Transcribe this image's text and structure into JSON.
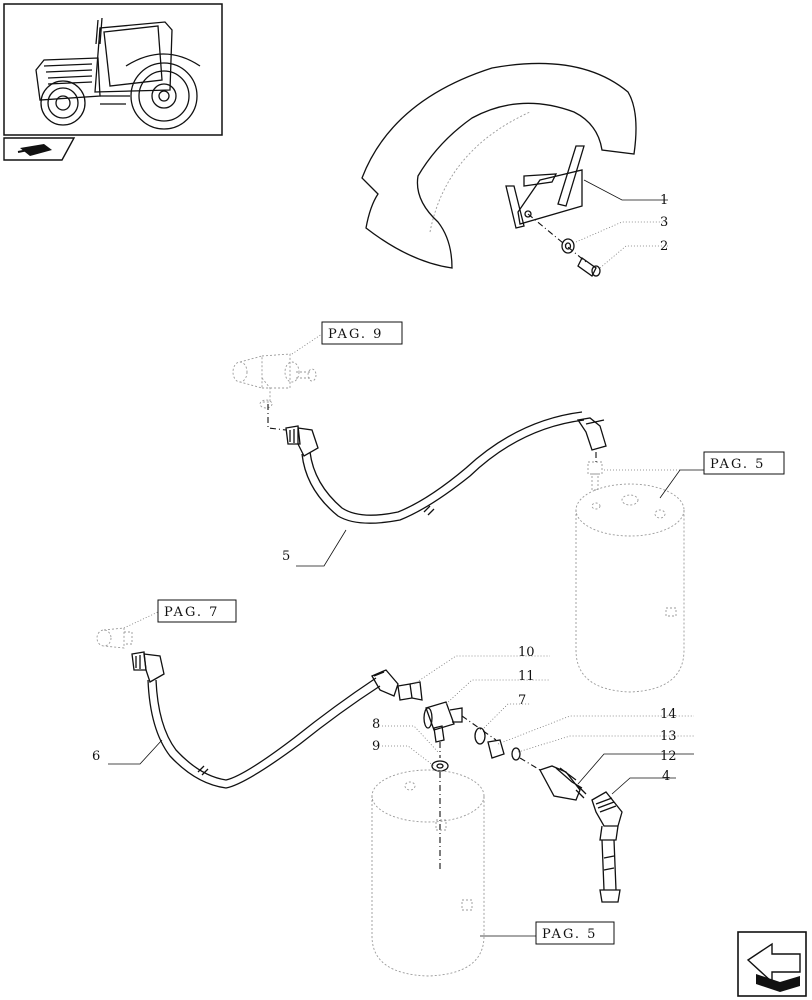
{
  "references": {
    "pag9": "PAG. 9",
    "pag5_top": "PAG. 5",
    "pag7": "PAG. 7",
    "pag5_bottom": "PAG. 5"
  },
  "callouts": {
    "c1": "1",
    "c2": "2",
    "c3": "3",
    "c4": "4",
    "c5": "5",
    "c6": "6",
    "c7": "7",
    "c8": "8",
    "c9": "9",
    "c10": "10",
    "c11": "11",
    "c12": "12",
    "c13": "13",
    "c14": "14"
  },
  "icons": {
    "thumbnail": "tractor-thumbnail-icon",
    "section": "section-book-icon",
    "nav": "next-page-arrow-icon"
  }
}
